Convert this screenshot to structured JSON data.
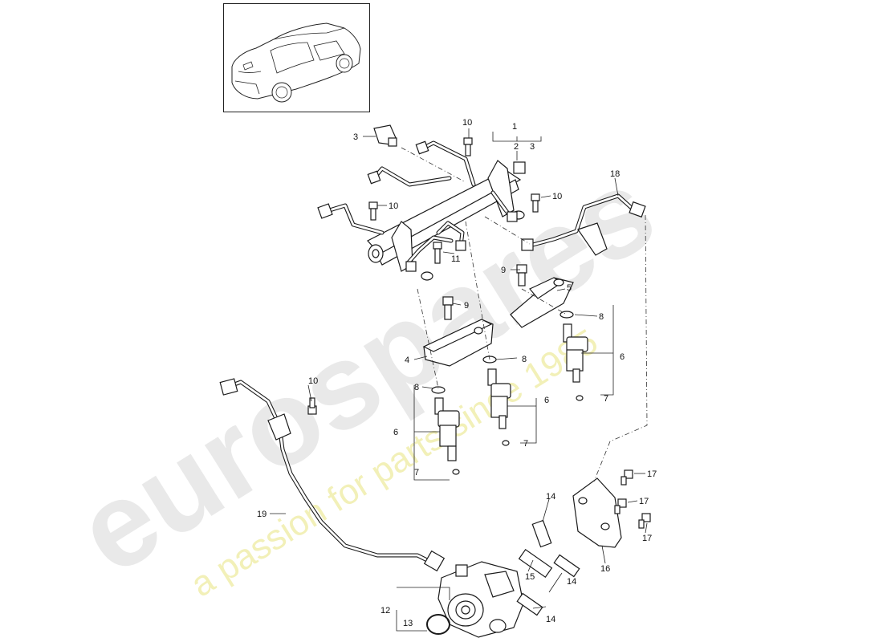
{
  "watermark": {
    "brand": "eurospares",
    "tagline": "a passion for parts since 1985"
  },
  "thumbnail": {
    "icon": "car-thumbnail-icon"
  },
  "callouts": [
    "1",
    "2",
    "3",
    "3",
    "4",
    "5",
    "6",
    "6",
    "6",
    "7",
    "7",
    "7",
    "8",
    "8",
    "8",
    "9",
    "9",
    "10",
    "10",
    "10",
    "10",
    "11",
    "12",
    "13",
    "14",
    "14",
    "14",
    "15",
    "16",
    "17",
    "17",
    "17",
    "18",
    "19"
  ]
}
